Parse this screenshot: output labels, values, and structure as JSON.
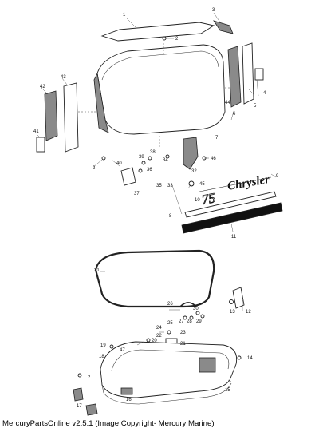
{
  "caption": "MercuryPartsOnline v2.5.1 (Image Copyright- Mercury Marine)",
  "logo": {
    "brand": "Chrysler",
    "model": "75"
  },
  "part_numbers": [
    "1",
    "2",
    "3",
    "4",
    "5",
    "6",
    "7",
    "8",
    "9",
    "10",
    "11",
    "12",
    "13",
    "14",
    "15",
    "16",
    "17",
    "18",
    "19",
    "20",
    "21",
    "22",
    "23",
    "24",
    "25",
    "26",
    "27",
    "28",
    "29",
    "30",
    "31",
    "32",
    "33",
    "34",
    "35",
    "36",
    "37",
    "38",
    "39",
    "40",
    "41",
    "42",
    "43",
    "44",
    "45",
    "46",
    "47"
  ]
}
